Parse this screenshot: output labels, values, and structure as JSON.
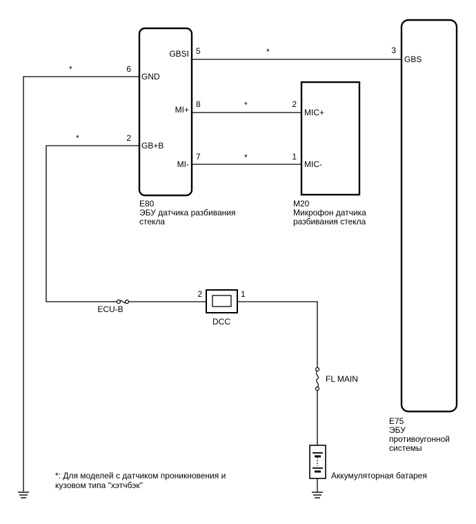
{
  "ecu_e80": {
    "code": "E80",
    "name_line1": "ЭБУ датчика разбивания",
    "name_line2": "стекла",
    "pins": {
      "gbsi": {
        "num": "5",
        "label": "GBSI"
      },
      "gnd": {
        "num": "6",
        "label": "GND"
      },
      "mi_plus": {
        "num": "8",
        "label": "MI+"
      },
      "gb_b": {
        "num": "2",
        "label": "GB+B"
      },
      "mi_minus": {
        "num": "7",
        "label": "MI-"
      }
    }
  },
  "mic_m20": {
    "code": "M20",
    "name_line1": "Микрофон датчика",
    "name_line2": "разбивания стекла",
    "pins": {
      "mic_plus": {
        "num": "2",
        "label": "MIC+"
      },
      "mic_minus": {
        "num": "1",
        "label": "MIC-"
      }
    }
  },
  "ecu_e75": {
    "code": "E75",
    "name_line1": "ЭБУ",
    "name_line2": "противоугонной",
    "name_line3": "системы",
    "pins": {
      "gbs": {
        "num": "3",
        "label": "GBS"
      }
    }
  },
  "wire_marker": "*",
  "fuse_ecu_b": "ECU-B",
  "relay_dcc": {
    "label": "DCC",
    "pin_left": "2",
    "pin_right": "1"
  },
  "fuse_fl_main": "FL MAIN",
  "battery": "Аккумуляторная батарея",
  "footnote_line1": "*: Для моделей с датчиком проникновения и",
  "footnote_line2": "кузовом типа \"хэтчбэк\""
}
